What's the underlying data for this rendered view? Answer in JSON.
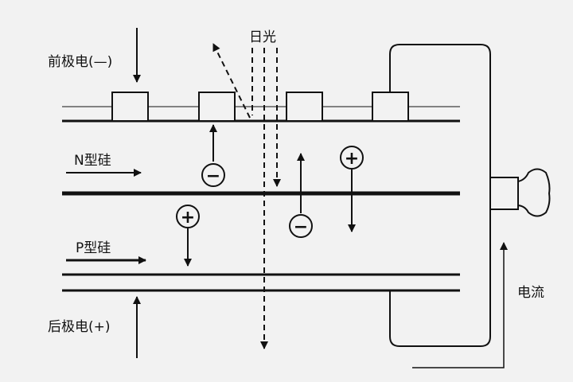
{
  "labels": {
    "sunlight": "日光",
    "front_electrode": "前极电(—)",
    "n_silicon": "N型硅",
    "p_silicon": "P型硅",
    "back_electrode": "后极电(+)",
    "current": "电流"
  },
  "carriers": {
    "hole_symbol": "+",
    "electron_symbol": "−"
  },
  "colors": {
    "background": "#f2f2f2",
    "stroke": "#111111"
  }
}
